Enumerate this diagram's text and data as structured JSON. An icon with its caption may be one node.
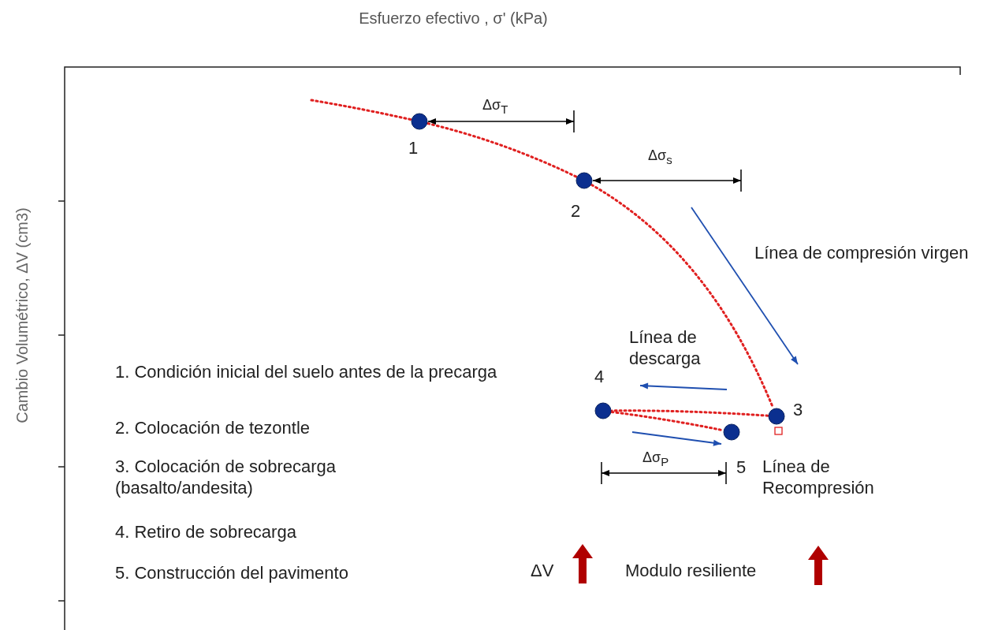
{
  "diagram": {
    "nodes": [
      {
        "text": [],
        "shape": "circle",
        "beside": [
          "1"
        ]
      },
      {
        "text": [],
        "shape": "circle",
        "beside": [
          "2"
        ]
      },
      {
        "text": [],
        "shape": "circle",
        "beside": [
          "3"
        ]
      },
      {
        "text": [],
        "shape": "circle",
        "beside": [
          "4"
        ]
      },
      {
        "text": [],
        "shape": "circle",
        "beside": [
          "5"
        ]
      }
    ],
    "edges": [
      {
        "from": null,
        "to": 0,
        "arrow": "none",
        "style": "dashed",
        "color": "#e02020"
      },
      {
        "from": 0,
        "to": 1,
        "arrow": "none",
        "style": "dashed",
        "color": "#e02020"
      },
      {
        "from": 1,
        "to": 2,
        "arrow": "none",
        "style": "dashed",
        "color": "#e02020"
      },
      {
        "from": 2,
        "to": 3,
        "arrow": "none",
        "style": "dashed",
        "color": "#e02020"
      },
      {
        "from": 3,
        "to": 4,
        "arrow": "none",
        "style": "dashed",
        "color": "#e02020"
      }
    ],
    "labels": [
      "Esfuerzo efectivo , σ' (kPa)",
      "Cambio Volumétrico, ΔV (cm3)",
      "Δσ$_{T}$",
      "Δσ$_{s}$",
      "Línea de compresión virgen",
      "Línea de descarga",
      "1. Condición inicial del suelo antes de la precarga",
      "2. Colocación de tezontle",
      "3. Colocación de sobrecarga (basalto/andesita)",
      "Δσ$_{P}$",
      "Línea de Recompresión",
      "4. Retiro de sobrecarga",
      "5. Construcción del pavimento",
      "ΔV",
      "Modulo resiliente"
    ]
  }
}
